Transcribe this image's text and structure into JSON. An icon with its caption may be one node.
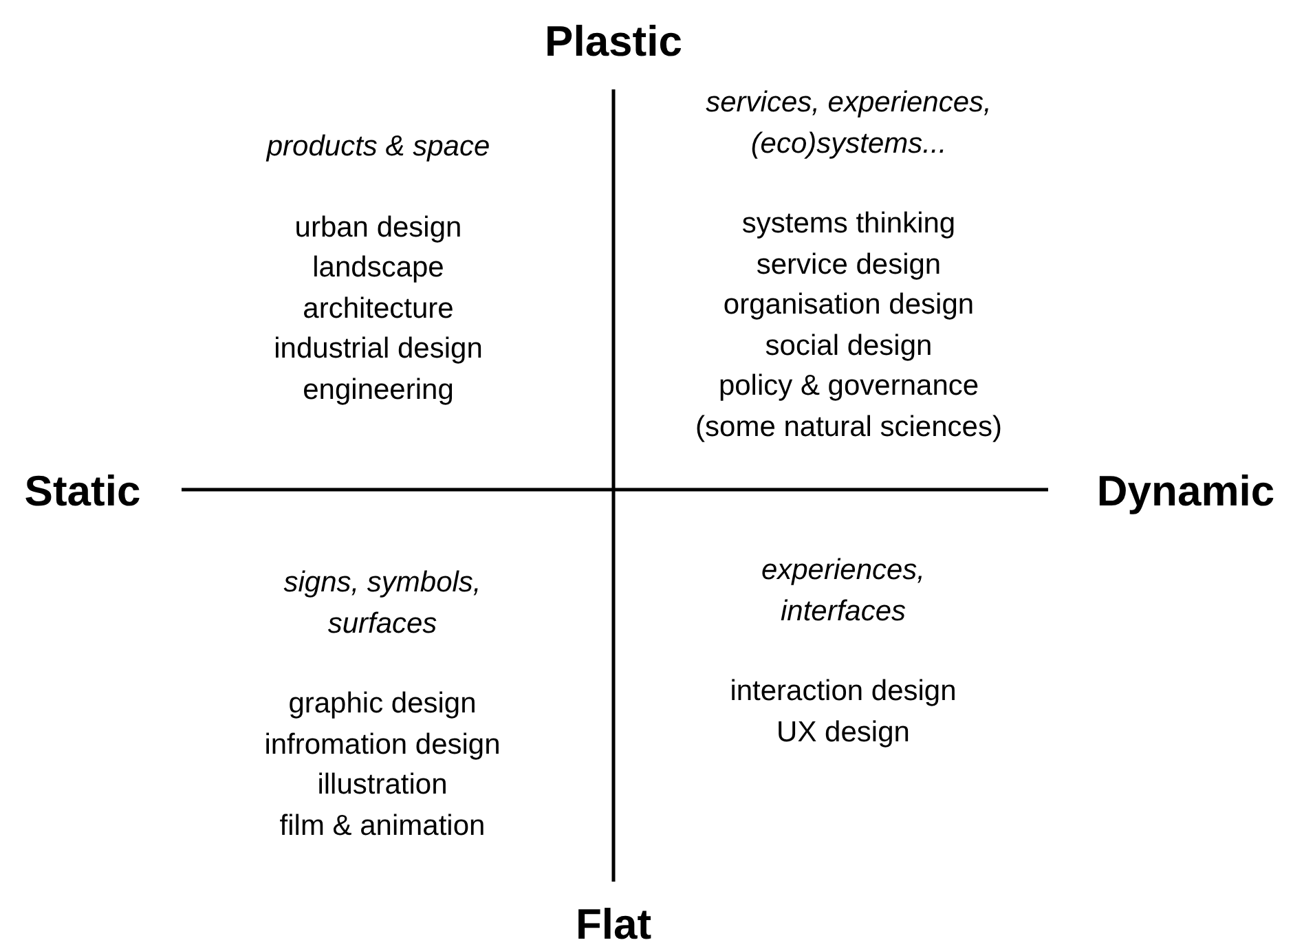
{
  "diagram": {
    "labels": [
      "Plastic",
      "products & space",
      "urban design",
      "landscape",
      "architecture",
      "industrial design",
      "engineering",
      "services, experiences, (eco)systems...",
      "systems thinking",
      "service design",
      "organisation design",
      "social design",
      "policy & governance",
      "(some natural sciences)",
      "Static",
      "Dynamic",
      "signs, symbols, surfaces",
      "graphic design",
      "infromation design",
      "illustration",
      "film & animation",
      "experiences, interfaces",
      "interaction design",
      "UX design",
      "Flat"
    ]
  }
}
